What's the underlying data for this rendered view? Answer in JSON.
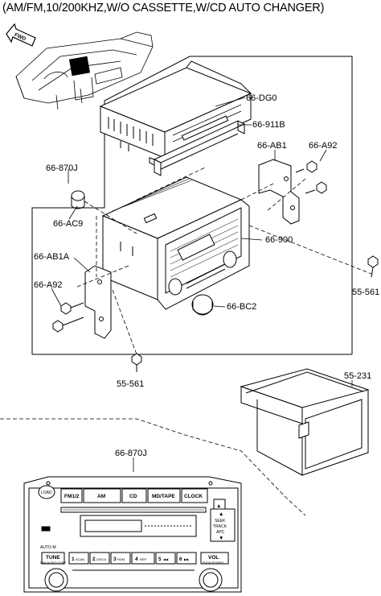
{
  "title": "(AM/FM,10/200KHZ,W/O CASSETTE,W/CD AUTO CHANGER)",
  "fwd_label": "FWD",
  "callouts": {
    "dg0": "66-DG0",
    "p911b": "66-911B",
    "p870j_top": "66-870J",
    "ab1": "66-AB1",
    "a92_right": "66-A92",
    "ac9": "66-AC9",
    "p900": "66-900",
    "ab1a": "66-AB1A",
    "a92_left": "66-A92",
    "bc2": "66-BC2",
    "p561_right": "55-561",
    "p561_bottom": "55-561",
    "p231": "55-231",
    "p870j_bottom": "66-870J"
  },
  "faceplate": {
    "top_buttons": [
      "FM1/2",
      "AM",
      "CD",
      "MD/TAPE",
      "CLOCK"
    ],
    "load": "LOAD",
    "eject": "▲",
    "seek": "SEEK",
    "track": "TRACK",
    "apc": "APC",
    "auto_m": "AUTO-M",
    "tune": "TUNE",
    "tune_sub": "PAN AUDIO CONT",
    "presets": [
      "1",
      "2",
      "3",
      "4",
      "5",
      "6"
    ],
    "preset_subs": [
      "SCAN",
      "DISCA",
      "RDM",
      "REP",
      "◀◀",
      "▶▶"
    ],
    "vol": "VOL",
    "vol_sub": "PUSH POWER"
  }
}
